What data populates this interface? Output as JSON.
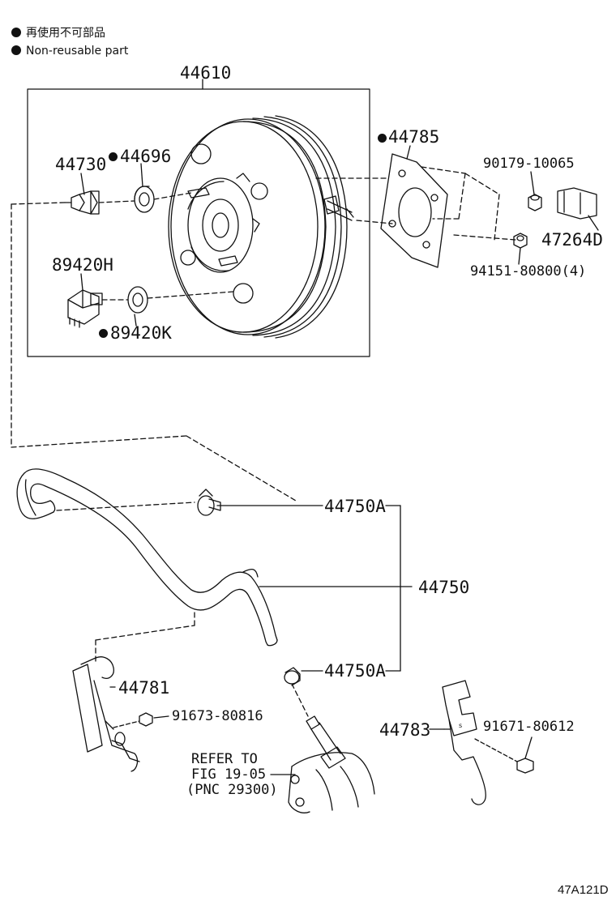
{
  "legend": {
    "jp": "再使用不可部品",
    "en": "Non-reusable part"
  },
  "parts": {
    "p44610": "44610",
    "p44730": "44730",
    "p44696": "44696",
    "p89420H": "89420H",
    "p89420K": "89420K",
    "p44785": "44785",
    "p90179": "90179-10065",
    "p47264D": "47264D",
    "p94151": "94151-80800(4)",
    "p44750A_top": "44750A",
    "p44750": "44750",
    "p44750A_bot": "44750A",
    "p44781": "44781",
    "p91673": "91673-80816",
    "p44783": "44783",
    "p91671": "91671-80612"
  },
  "reference": {
    "line1": "REFER TO",
    "line2": "FIG 19-05",
    "line3": "(PNC 29300)"
  },
  "figure_code": "47A121D"
}
